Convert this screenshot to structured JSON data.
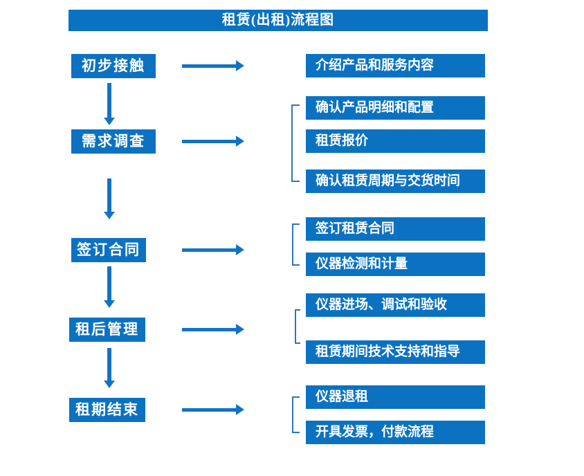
{
  "title": "租赁(出租)流程图",
  "colors": {
    "box_blue": "#0b72c2",
    "arrow_blue": "#1273c4",
    "bracket_blue": "#2e75b6",
    "text_white": "#ffffff",
    "background": "#ffffff"
  },
  "icons": {
    "flow_right": "right-arrow",
    "flow_down": "down-arrow",
    "group": "square-bracket"
  },
  "steps": [
    {
      "label": "初步接触",
      "details": [
        "介绍产品和服务内容"
      ]
    },
    {
      "label": "需求调查",
      "details": [
        "确认产品明细和配置",
        "租赁报价",
        "确认租赁周期与交货时间"
      ]
    },
    {
      "label": "签订合同",
      "details": [
        "签订租赁合同",
        "仪器检测和计量"
      ]
    },
    {
      "label": "租后管理",
      "details": [
        "仪器进场、调试和验收",
        "租赁期间技术支持和指导"
      ]
    },
    {
      "label": "租期结束",
      "details": [
        "仪器退租",
        "开具发票，付款流程"
      ]
    }
  ]
}
